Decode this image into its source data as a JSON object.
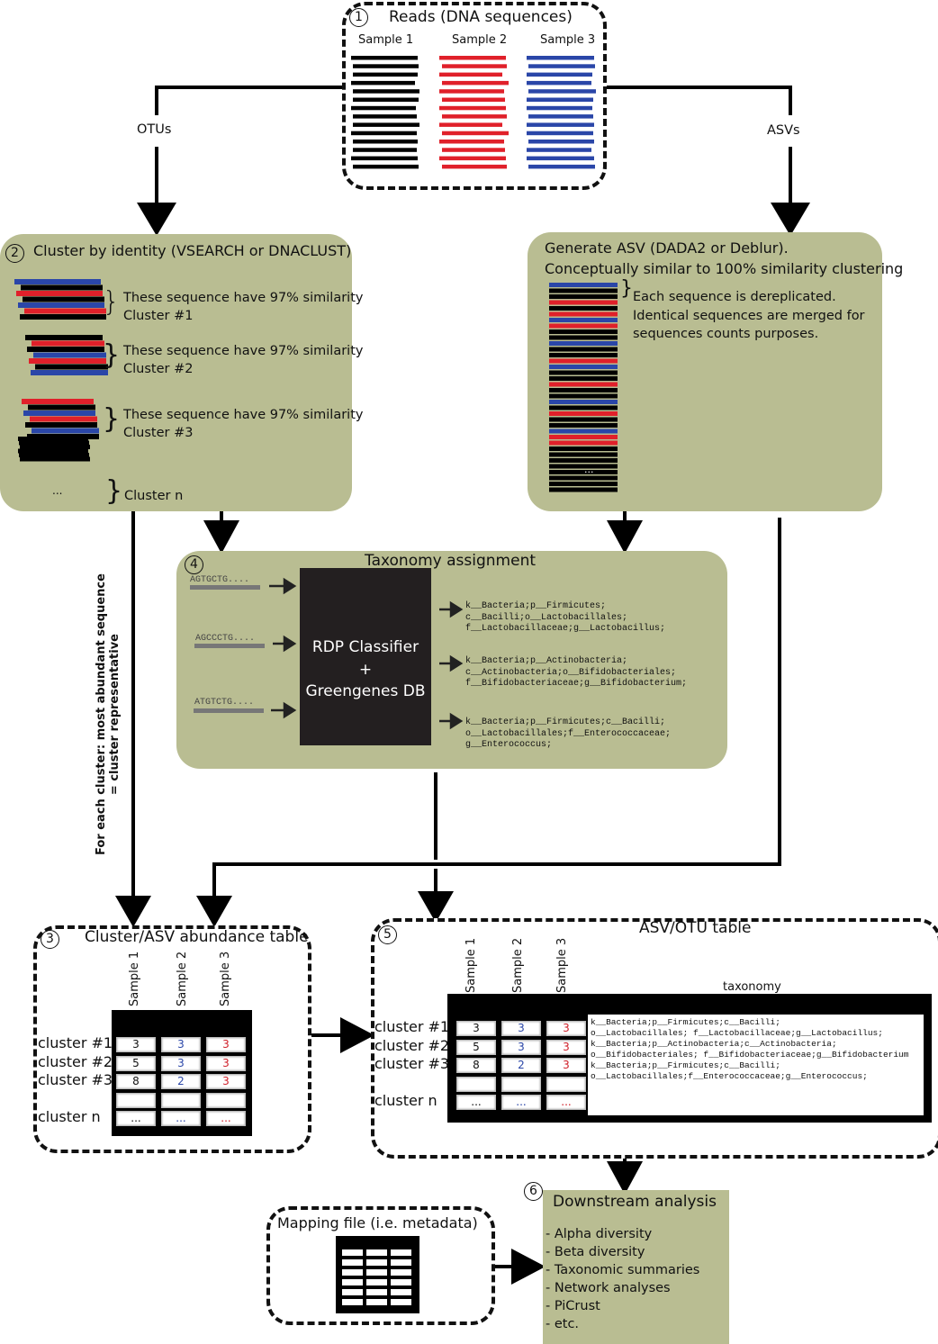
{
  "colors": {
    "panel_green": "#b9bd92",
    "seq_black": "#000000",
    "seq_red": "#e0202a",
    "seq_blue": "#2a46a8",
    "probe_gray": "#777777",
    "classifier_box": "#231f20"
  },
  "step1": {
    "number": "1",
    "title": "Reads (DNA sequences)",
    "samples": [
      "Sample 1",
      "Sample 2",
      "Sample 3"
    ]
  },
  "branch_labels": {
    "left": "OTUs",
    "right": "ASVs"
  },
  "step2": {
    "number": "2",
    "title": "Cluster by identity (VSEARCH or DNACLUST)",
    "clusters": [
      {
        "desc": "These sequence have 97% similarity",
        "name": "Cluster #1"
      },
      {
        "desc": "These sequence have 97% similarity",
        "name": "Cluster #2"
      },
      {
        "desc": "These sequence have 97% similarity",
        "name": "Cluster #3"
      }
    ],
    "ellipsis": "...",
    "cluster_n": "Cluster n"
  },
  "asv": {
    "title_line1": "Generate ASV (DADA2 or Deblur).",
    "title_line2": "Conceptually similar to 100% similarity clustering",
    "note_line1": "Each sequence is dereplicated.",
    "note_line2": "Identical sequences are merged for",
    "note_line3": "sequences counts purposes.",
    "ellipsis": "..."
  },
  "step4": {
    "number": "4",
    "title": "Taxonomy assignment",
    "queries": [
      "AGTGCTG....",
      "AGCCCTG....",
      "ATGTCTG...."
    ],
    "classifier_line1": "RDP Classifier",
    "classifier_line2": "+",
    "classifier_line3": "Greengenes DB",
    "results": [
      [
        "k__Bacteria;p__Firmicutes;",
        "c__Bacilli;o__Lactobacillales;",
        "f__Lactobacillaceae;g__Lactobacillus;"
      ],
      [
        "k__Bacteria;p__Actinobacteria;",
        "c__Actinobacteria;o__Bifidobacteriales;",
        "f__Bifidobacteriaceae;g__Bifidobacterium;"
      ],
      [
        "k__Bacteria;p__Firmicutes;c__Bacilli;",
        "o__Lactobacillales;f__Enterococcaceae;",
        "g__Enterococcus;"
      ]
    ]
  },
  "side_note": {
    "line1": "For each cluster: most abundant sequence",
    "line2": "= cluster representative"
  },
  "step3": {
    "number": "3",
    "title": "Cluster/ASV abundance table",
    "samples": [
      "Sample 1",
      "Sample 2",
      "Sample 3"
    ],
    "row_labels": [
      "cluster #1",
      "cluster #2",
      "cluster #3",
      "",
      "cluster n"
    ],
    "rows": [
      [
        "3",
        "3",
        "3"
      ],
      [
        "5",
        "3",
        "3"
      ],
      [
        "8",
        "2",
        "3"
      ],
      [
        "",
        "",
        ""
      ],
      [
        "...",
        "...",
        "..."
      ]
    ]
  },
  "step5": {
    "number": "5",
    "title": "ASV/OTU table",
    "samples": [
      "Sample 1",
      "Sample 2",
      "Sample 3"
    ],
    "taxonomy_header": "taxonomy",
    "row_labels": [
      "cluster #1",
      "cluster #2",
      "cluster #3",
      "",
      "cluster n"
    ],
    "rows": [
      [
        "3",
        "3",
        "3"
      ],
      [
        "5",
        "3",
        "3"
      ],
      [
        "8",
        "2",
        "3"
      ],
      [
        "",
        "",
        ""
      ],
      [
        "...",
        "...",
        "..."
      ]
    ],
    "taxonomy_lines": [
      "k__Bacteria;p__Firmicutes;c__Bacilli;",
      "o__Lactobacillales; f__Lactobacillaceae;g__Lactobacillus;",
      "k__Bacteria;p__Actinobacteria;c__Actinobacteria;",
      "o__Bifidobacteriales; f__Bifidobacteriaceae;g__Bifidobacterium",
      "k__Bacteria;p__Firmicutes;c__Bacilli;",
      "o__Lactobacillales;f__Enterococcaceae;g__Enterococcus;"
    ]
  },
  "mapping": {
    "title": "Mapping file (i.e. metadata)"
  },
  "step6": {
    "number": "6",
    "title": "Downstream analysis",
    "items": [
      "- Alpha diversity",
      "- Beta diversity",
      "- Taxonomic summaries",
      "- Network analyses",
      "- PiCrust",
      "- etc."
    ]
  }
}
